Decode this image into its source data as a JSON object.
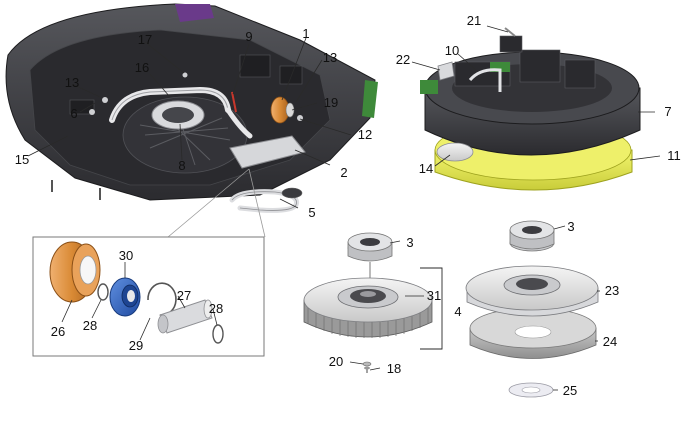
{
  "diagram": {
    "type": "exploded-parts-diagram",
    "callouts": [
      {
        "id": "c1",
        "label": "1"
      },
      {
        "id": "c2",
        "label": "2"
      },
      {
        "id": "c3a",
        "label": "3"
      },
      {
        "id": "c3b",
        "label": "3"
      },
      {
        "id": "c4",
        "label": "4"
      },
      {
        "id": "c5",
        "label": "5"
      },
      {
        "id": "c6",
        "label": "6"
      },
      {
        "id": "c7",
        "label": "7"
      },
      {
        "id": "c8",
        "label": "8"
      },
      {
        "id": "c9",
        "label": "9"
      },
      {
        "id": "c10",
        "label": "10"
      },
      {
        "id": "c11",
        "label": "11"
      },
      {
        "id": "c12",
        "label": "12"
      },
      {
        "id": "c13a",
        "label": "13"
      },
      {
        "id": "c13b",
        "label": "13"
      },
      {
        "id": "c14",
        "label": "14"
      },
      {
        "id": "c15",
        "label": "15"
      },
      {
        "id": "c16",
        "label": "16"
      },
      {
        "id": "c17",
        "label": "17"
      },
      {
        "id": "c18",
        "label": "18"
      },
      {
        "id": "c19",
        "label": "19"
      },
      {
        "id": "c20",
        "label": "20"
      },
      {
        "id": "c21",
        "label": "21"
      },
      {
        "id": "c22",
        "label": "22"
      },
      {
        "id": "c23",
        "label": "23"
      },
      {
        "id": "c24",
        "label": "24"
      },
      {
        "id": "c25",
        "label": "25"
      },
      {
        "id": "c26",
        "label": "26"
      },
      {
        "id": "c27",
        "label": "27"
      },
      {
        "id": "c28a",
        "label": "28"
      },
      {
        "id": "c28b",
        "label": "28"
      },
      {
        "id": "c29",
        "label": "29"
      },
      {
        "id": "c30",
        "label": "30"
      },
      {
        "id": "c31",
        "label": "31"
      }
    ],
    "colors": {
      "housing": "#3a3a3e",
      "housing_dark": "#232326",
      "rim": "#55565a",
      "roller_orange": "#d98a35",
      "bearing_blue": "#2f63c2",
      "green_accent": "#3e8a3a",
      "yellow_pad": "#e4e85a",
      "pad_grey": "#a8a8a8",
      "light_part": "#e6e6e6",
      "bristle": "#8a8a8a"
    }
  }
}
